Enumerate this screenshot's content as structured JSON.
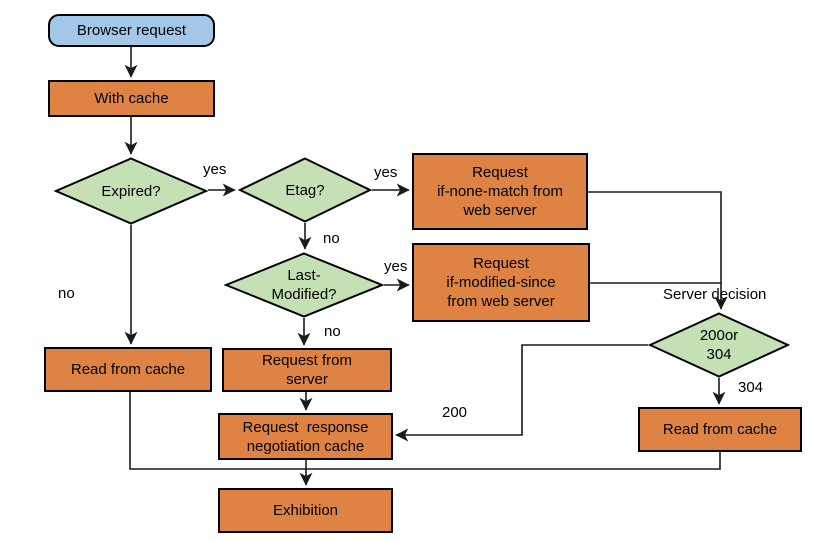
{
  "diagram": {
    "type": "flowchart",
    "nodes": {
      "browser_request": "Browser request",
      "with_cache": "With cache",
      "expired": "Expired?",
      "etag": "Etag?",
      "request_if_none_match": "Request\nif-none-match from\nweb server",
      "last_modified": "Last-\nModified?",
      "request_if_modified_since": "Request\nif-modified-since\nfrom web server",
      "status_decision": "200or\n304",
      "read_from_cache_right": "Read from cache",
      "read_from_cache_left": "Read from cache",
      "request_from_server": "Request from\nserver",
      "request_response_negotiation_cache": "Request  response\nnegotiation cache",
      "exhibition": "Exhibition"
    },
    "edge_labels": {
      "expired_yes": "yes",
      "etag_yes": "yes",
      "etag_no": "no",
      "last_modified_yes": "yes",
      "last_modified_no": "no",
      "expired_no": "no",
      "server_decision": "Server decision",
      "decision_304": "304",
      "decision_200": "200"
    },
    "colors": {
      "process_fill": "#DE8344",
      "decision_fill": "#C5E0B4",
      "start_fill": "#A2C7E8",
      "border": "#000000",
      "line": "#1A1A1A"
    }
  }
}
